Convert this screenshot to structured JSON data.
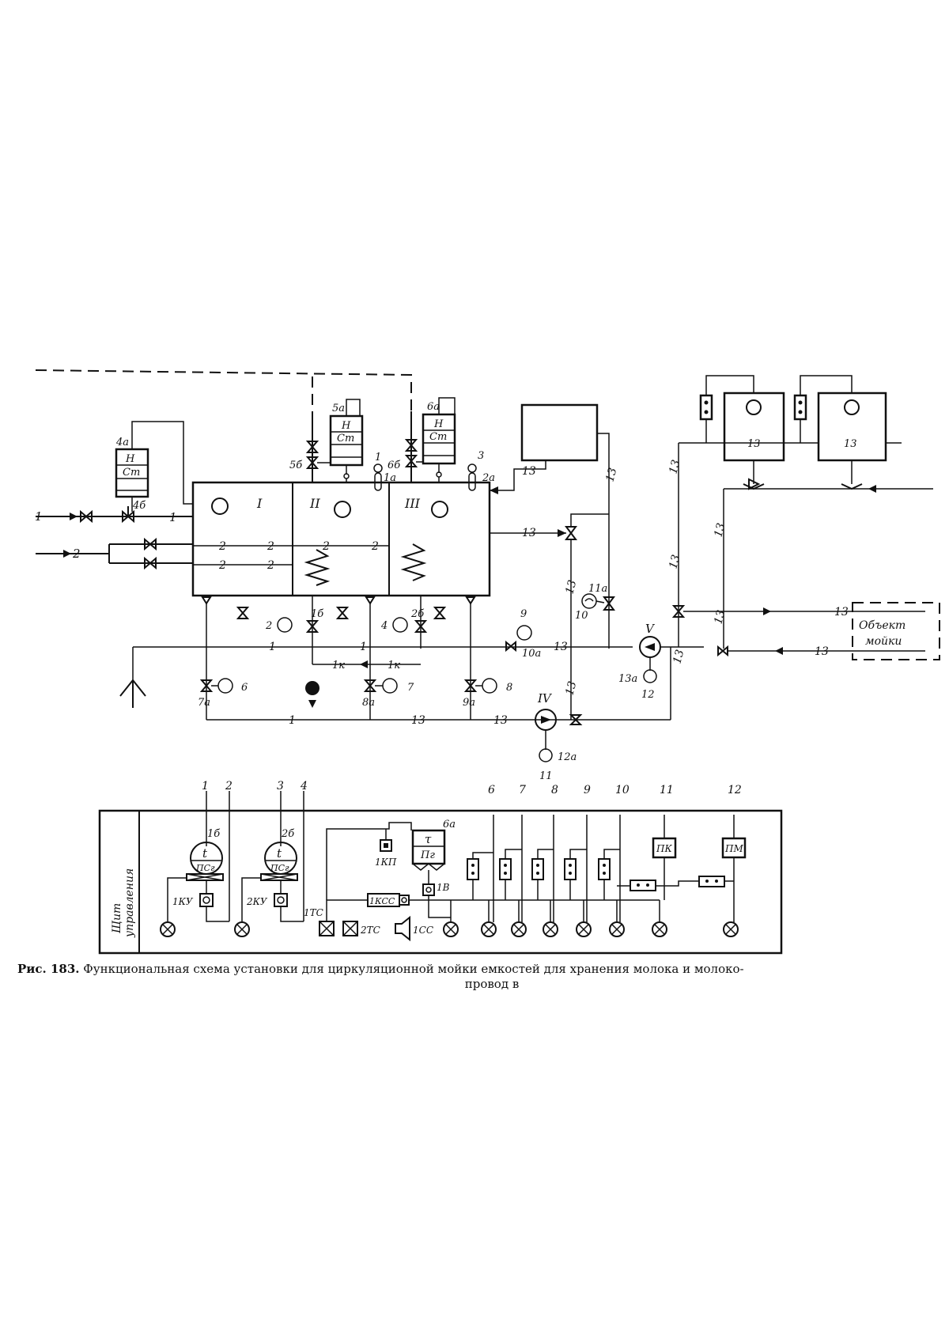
{
  "caption": {
    "label": "Рис. 183.",
    "line1": "Функциональная схема   установки для циркуляционной  мойки емкостей для хранения молока и молоко-",
    "line2": "провод в"
  },
  "tanks": {
    "t1": "I",
    "t2": "II",
    "t3": "III"
  },
  "pumps": {
    "p4": "IV",
    "p5": "V"
  },
  "level": {
    "h": "Н",
    "st": "Ст",
    "tau": "τ",
    "pg": "Пг"
  },
  "object_label": {
    "line1": "Объект",
    "line2": "мойки"
  },
  "panel": {
    "title_line1": "Щит",
    "title_line2": "управления"
  },
  "instr": {
    "i4a": "4а",
    "i4b": "4б",
    "i5a": "5а",
    "i5b": "5б",
    "i6a": "6а",
    "i6b": "6б",
    "i1a": "1а",
    "i2a": "2а",
    "i1b": "1б",
    "i2b": "2б",
    "i1k": "1к",
    "i7a": "7а",
    "i8a": "8а",
    "i9a": "9а",
    "i10a": "10а",
    "i11a": "11а",
    "i12a": "12а",
    "i13a": "13а",
    "t": "t",
    "psg": "ПСг",
    "ku1": "1КУ",
    "ku2": "2КУ",
    "kp1": "1КП",
    "v1": "1В",
    "kss1": "1КСС",
    "ts1": "1ТС",
    "ts2": "2ТС",
    "ss1": "1СС",
    "pk": "ПК",
    "pm": "ПМ",
    "tag6a_panel": "6а"
  },
  "n": {
    "n1": "1",
    "n2": "2",
    "n3": "3",
    "n4": "4",
    "n6": "6",
    "n7": "7",
    "n8": "8",
    "n9": "9",
    "n10": "10",
    "n11": "11",
    "n12": "12",
    "n13": "13"
  }
}
